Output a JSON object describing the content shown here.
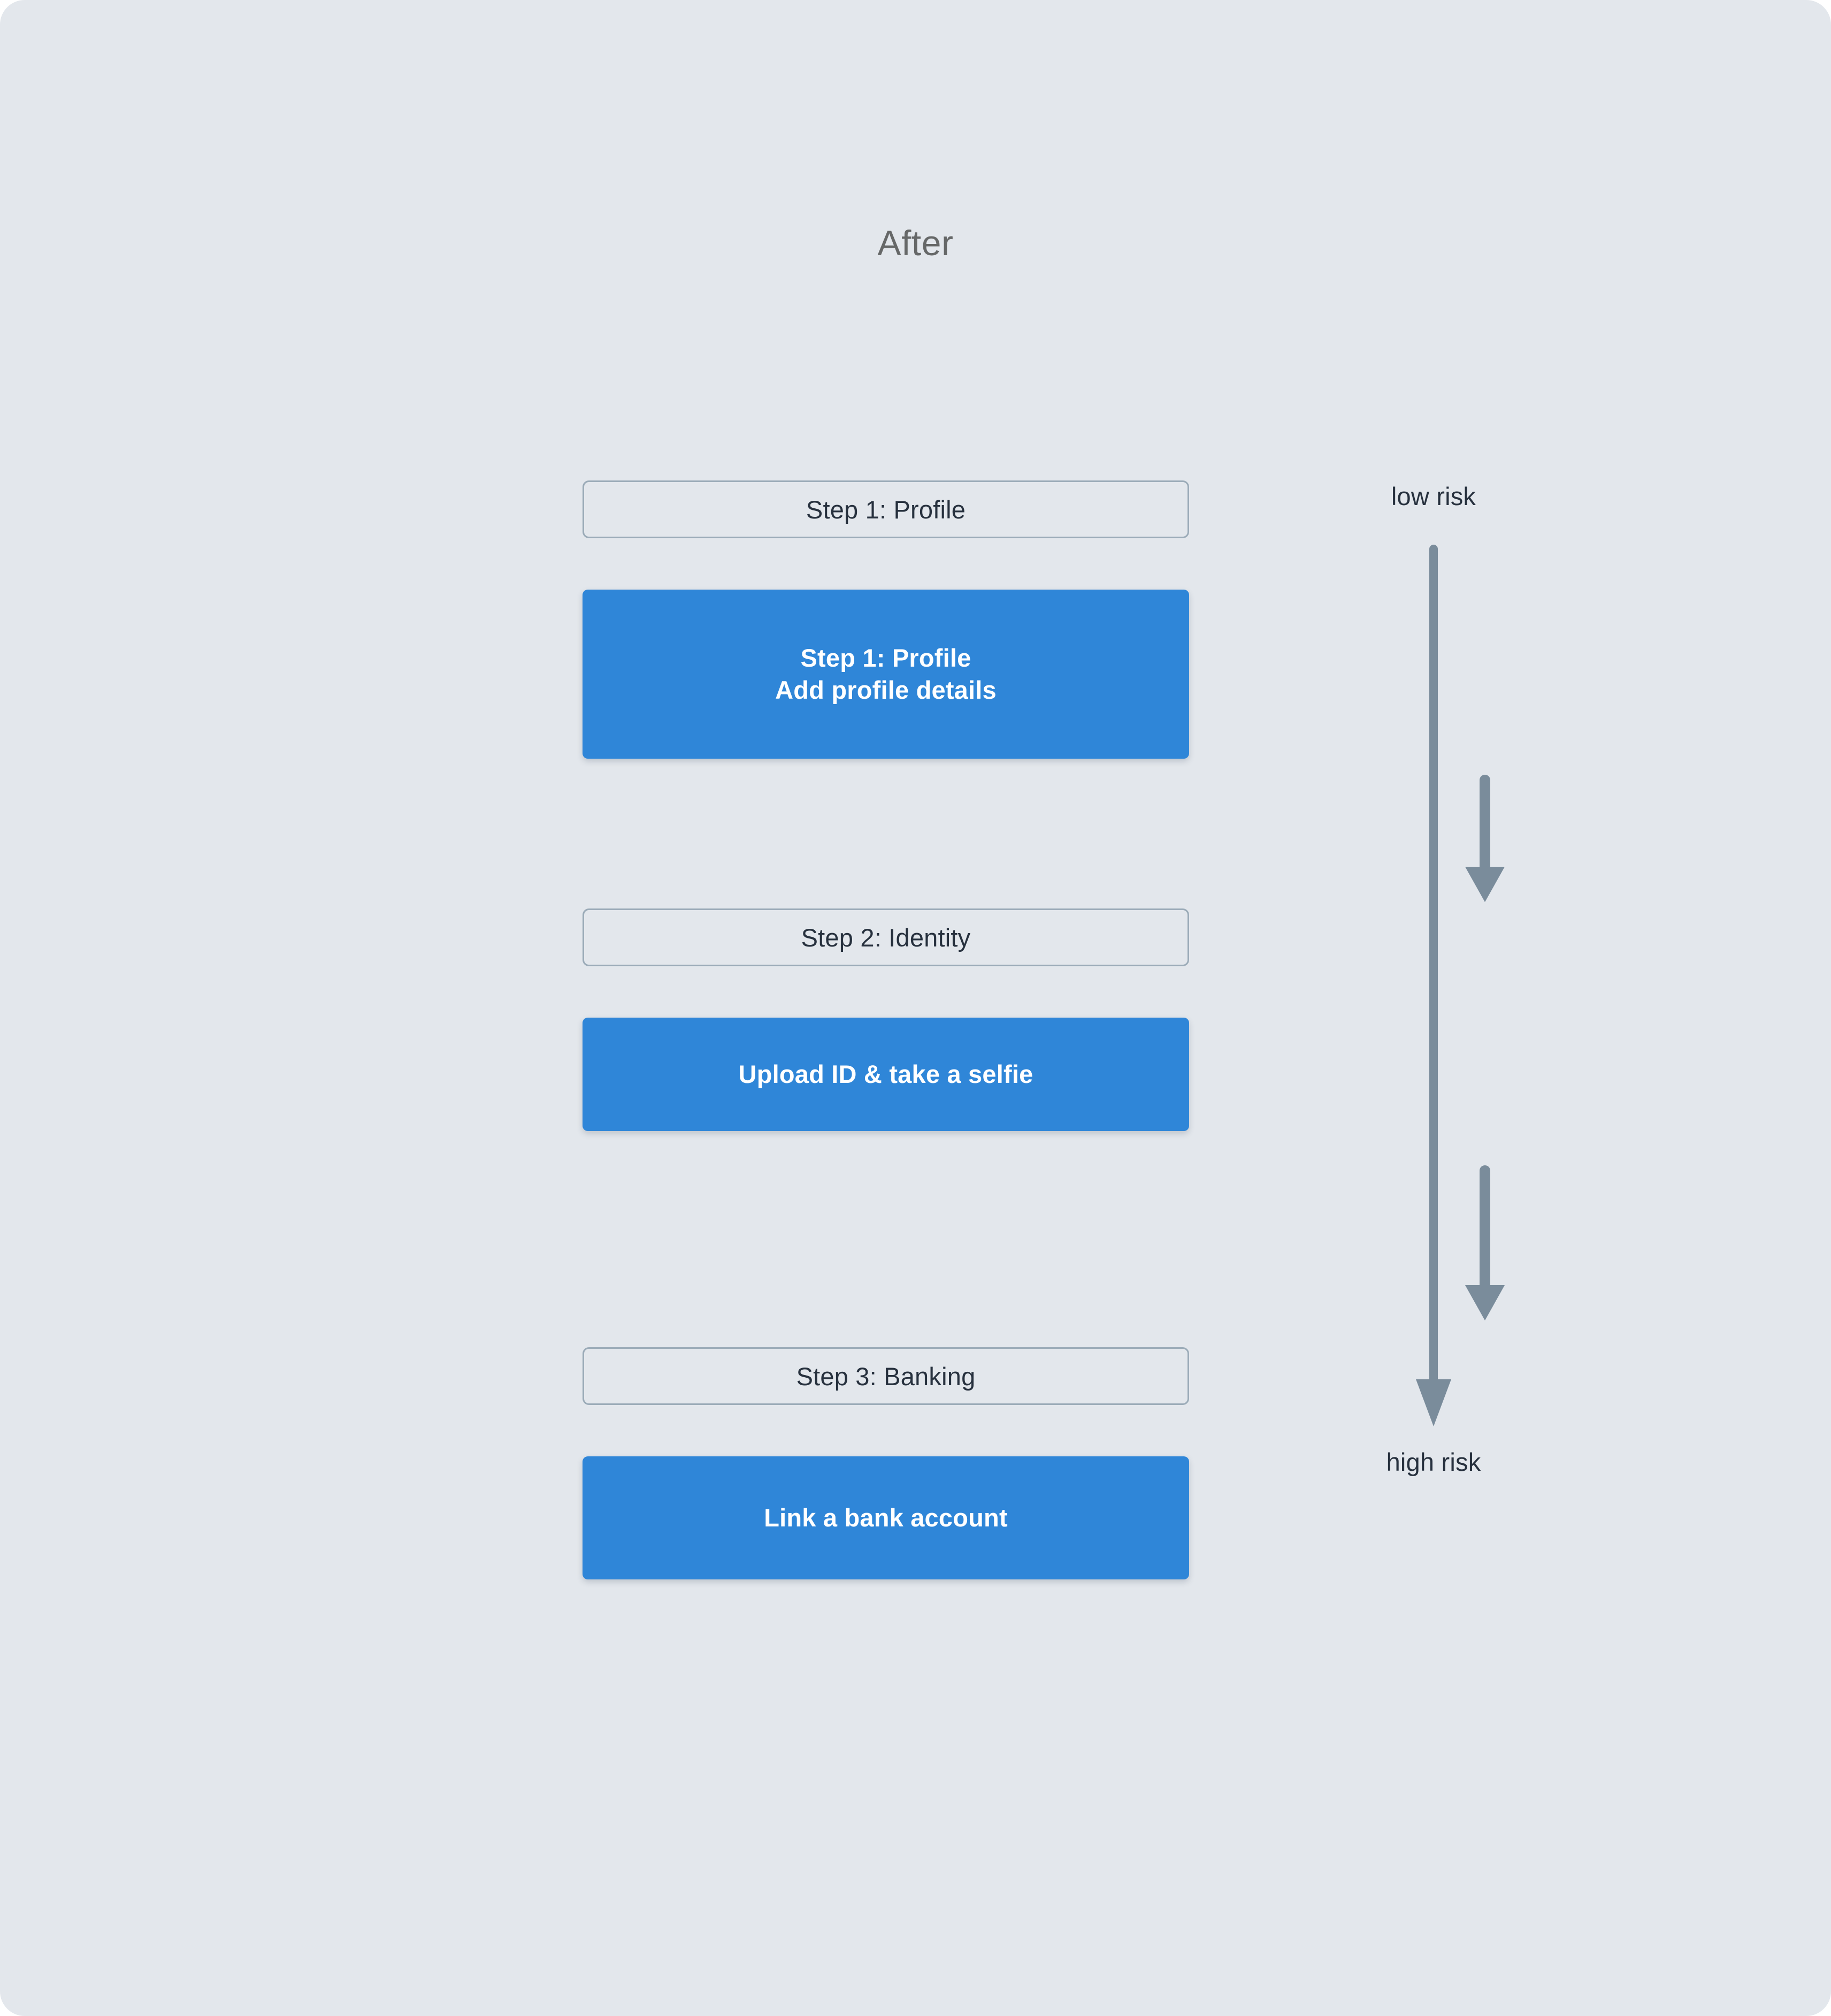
{
  "theme": {
    "page_background": "#E3E7EC",
    "accent_blue": "#2F86D8",
    "outline_gray": "#9BABB8",
    "text_dark": "#27313E",
    "title_gray": "#666868",
    "arrow_gray": "#7A8C9B"
  },
  "title": "After",
  "flow": {
    "steps": [
      {
        "header": "Step 1: Profile",
        "card_lines": [
          "Step 1: Profile",
          "Add profile details"
        ]
      },
      {
        "header": "Step 2: Identity",
        "card_lines": [
          "Upload ID & take a selfie"
        ]
      },
      {
        "header": "Step 3: Banking",
        "card_lines": [
          "Link a bank account"
        ]
      }
    ],
    "connectors": [
      "down-arrow-icon",
      "down-arrow-icon"
    ]
  },
  "risk_scale": {
    "top_label": "low risk",
    "bottom_label": "high risk",
    "arrow_icon": "down-arrow-icon"
  }
}
